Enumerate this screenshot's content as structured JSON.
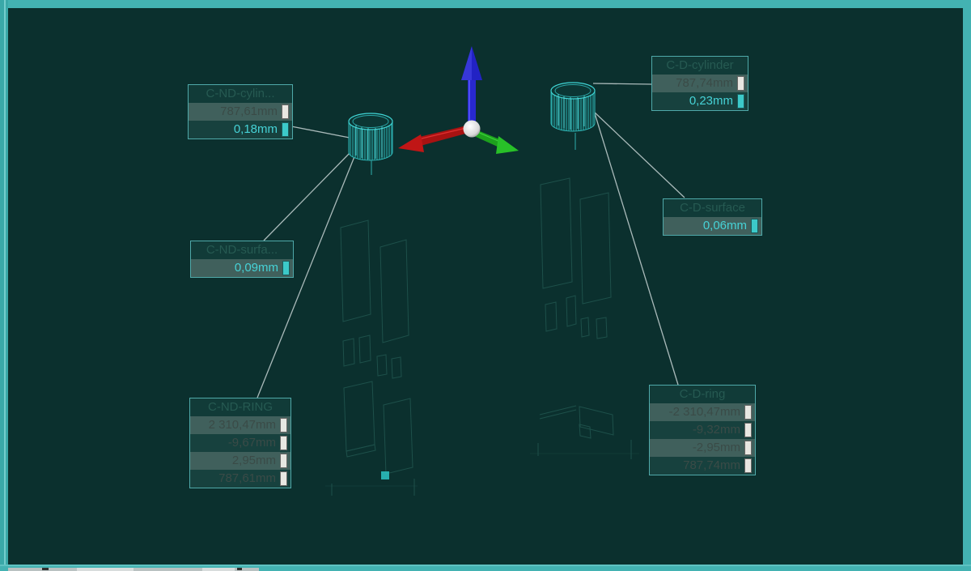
{
  "window": {
    "background": "#0b302e",
    "frame_color": "#43b2b2"
  },
  "colors": {
    "accent_cyan": "#46d2d6",
    "swatch_white": "#e8e7e2",
    "swatch_cyan": "#3cc9c9",
    "leader_line": "#c6d3d3",
    "wireframe_teal": "#2fc0c0",
    "axis_x_red": "#c01616",
    "axis_y_green": "#28c028",
    "axis_z_blue": "#2828cf"
  },
  "axes": {
    "up_arrow": "blue",
    "left_arrow": "red",
    "right_arrow": "green"
  },
  "labels": [
    {
      "title": "C-ND-cylin...",
      "rows": [
        {
          "value": "787,61mm",
          "swatch": "white",
          "text": "dark"
        },
        {
          "value": "0,18mm",
          "swatch": "cyan",
          "text": "cyan"
        }
      ]
    },
    {
      "title": "C-D-cylinder",
      "rows": [
        {
          "value": "787,74mm",
          "swatch": "white",
          "text": "dark"
        },
        {
          "value": "0,23mm",
          "swatch": "cyan",
          "text": "cyan"
        }
      ]
    },
    {
      "title": "C-ND-surfa...",
      "rows": [
        {
          "value": "0,09mm",
          "swatch": "cyan",
          "text": "cyan"
        }
      ]
    },
    {
      "title": "C-D-surface",
      "rows": [
        {
          "value": "0,06mm",
          "swatch": "cyan",
          "text": "cyan"
        }
      ]
    },
    {
      "title": "C-ND-RING",
      "rows": [
        {
          "value": "2 310,47mm",
          "swatch": "white",
          "text": "dark"
        },
        {
          "value": "-9,67mm",
          "swatch": "white",
          "text": "dark"
        },
        {
          "value": "2,95mm",
          "swatch": "white",
          "text": "dark"
        },
        {
          "value": "787,61mm",
          "swatch": "white",
          "text": "dark"
        }
      ]
    },
    {
      "title": "C-D-ring",
      "rows": [
        {
          "value": "-2 310,47mm",
          "swatch": "white",
          "text": "dark"
        },
        {
          "value": "-9,32mm",
          "swatch": "white",
          "text": "dark"
        },
        {
          "value": "-2,95mm",
          "swatch": "white",
          "text": "dark"
        },
        {
          "value": "787,74mm",
          "swatch": "white",
          "text": "dark"
        }
      ]
    }
  ]
}
